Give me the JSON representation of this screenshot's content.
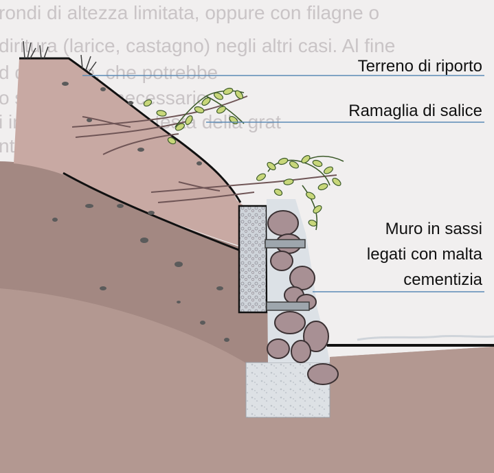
{
  "background_text_lines": [
    "rondi di altezza limitata, oppure con filagne o",
    "diritura (larice, castagno) negli altri casi. Al fine",
    "d  da monte, che potrebbe ",
    "o  struttura. È necessario",
    "i  importanza della testa della grat",
    "nte  a"
  ],
  "labels": {
    "topsoil": "Terreno di riporto",
    "branches": "Ramaglia di salice",
    "wall_line1": "Muro in sassi",
    "wall_line2": "legati con malta",
    "wall_line3": "cementizia"
  },
  "colors": {
    "background": "#f1efef",
    "fill_soil": "#c8a9a3",
    "natural_ground": "#a38882",
    "foreground_soil": "#b69c95",
    "stones": "#a89094",
    "mortar": "#dce1e6",
    "concrete": "#dde1e5",
    "leaves": "#c8d77a",
    "leader_line": "#5a8ab5"
  }
}
